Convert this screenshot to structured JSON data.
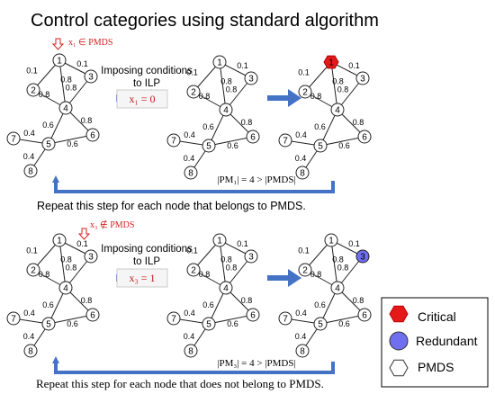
{
  "title": "Control categories using standard algorithm",
  "colors": {
    "arrow": "#4472c4",
    "critical": "#e41a1a",
    "redundant": "#6f6ff0",
    "condition_text": "#c01818",
    "pointer": "#d62020"
  },
  "graph": {
    "nodes": [
      "1",
      "2",
      "3",
      "4",
      "5",
      "6",
      "7",
      "8"
    ],
    "edges": [
      {
        "from": "1",
        "to": "2",
        "weight": "0.1"
      },
      {
        "from": "1",
        "to": "3",
        "weight": "0.1"
      },
      {
        "from": "1",
        "to": "4",
        "weight": "0.8"
      },
      {
        "from": "2",
        "to": "4",
        "weight": "0.8"
      },
      {
        "from": "3",
        "to": "4",
        "weight": "0.8"
      },
      {
        "from": "4",
        "to": "5",
        "weight": "0.6"
      },
      {
        "from": "4",
        "to": "6",
        "weight": "0.8"
      },
      {
        "from": "5",
        "to": "6",
        "weight": "0.6"
      },
      {
        "from": "5",
        "to": "7",
        "weight": "0.4"
      },
      {
        "from": "5",
        "to": "8",
        "weight": "0.4"
      }
    ]
  },
  "rows": [
    {
      "pointer_label": "x₁ ∈ PMDS",
      "imposing_line1": "Imposing conditions",
      "imposing_line2": "to ILP",
      "condition": "x₁ = 0",
      "inequality": "|PM₁| = 4 > |PMDS|",
      "repeat_text": "Repeat this step for each node that belongs to PMDS.",
      "highlight_node": "1",
      "highlight_kind": "critical"
    },
    {
      "pointer_label": "x₃ ∉ PMDS",
      "imposing_line1": "Imposing conditions",
      "imposing_line2": "to ILP",
      "condition": "x₃ = 1",
      "inequality": "|PM₃| = 4 > |PMDS|",
      "repeat_text": "Repeat this step for each node that does not belong to PMDS.",
      "highlight_node": "3",
      "highlight_kind": "redundant"
    }
  ],
  "legend": {
    "items": [
      {
        "label": "Critical",
        "shape": "hexagon",
        "color": "#e41a1a"
      },
      {
        "label": "Redundant",
        "shape": "circle",
        "color": "#6f6ff0"
      },
      {
        "label": "PMDS",
        "shape": "hexagon",
        "color": "#ffffff"
      }
    ]
  }
}
